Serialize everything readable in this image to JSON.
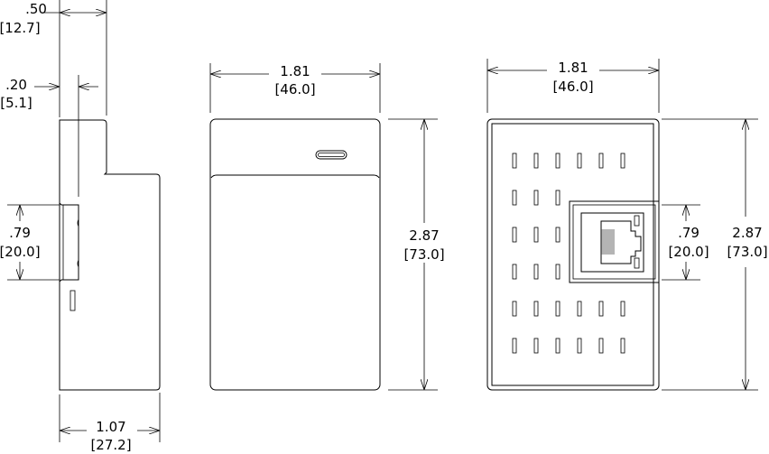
{
  "drawing": {
    "side_view": {
      "depth_top": {
        "in": ".50",
        "mm": "[12.7]"
      },
      "offset": {
        "in": ".20",
        "mm": "[5.1]"
      },
      "port_height": {
        "in": ".79",
        "mm": "[20.0]"
      },
      "depth_total": {
        "in": "1.07",
        "mm": "[27.2]"
      }
    },
    "front_view": {
      "width": {
        "in": "1.81",
        "mm": "[46.0]"
      },
      "height": {
        "in": "2.87",
        "mm": "[73.0]"
      }
    },
    "back_view": {
      "width": {
        "in": "1.81",
        "mm": "[46.0]"
      },
      "port_height": {
        "in": ".79",
        "mm": "[20.0]"
      },
      "height": {
        "in": "2.87",
        "mm": "[73.0]"
      }
    }
  }
}
